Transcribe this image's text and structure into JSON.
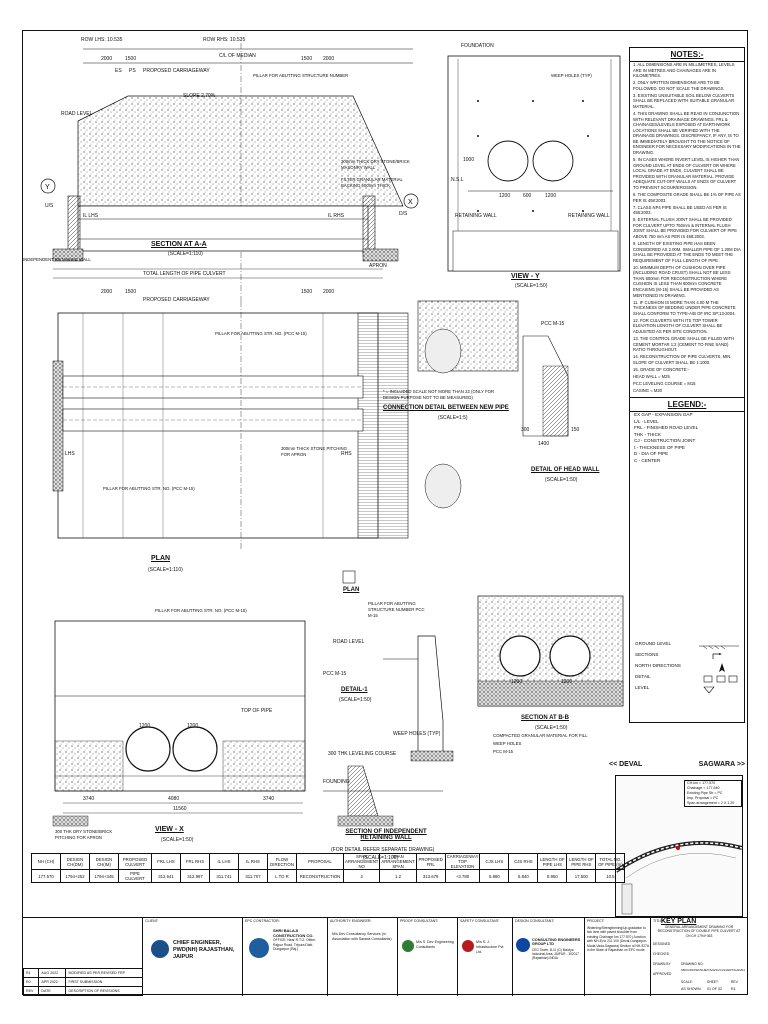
{
  "drawing": {
    "row_left": "ROW LHS: 10.535",
    "row_right": "ROW RHS: 10.535",
    "centre_line": "C/L OF MEDIAN",
    "section_dims": [
      "2000",
      "1500",
      "PROPOSED CARRIAGEWAY",
      "1500",
      "2000"
    ],
    "section_labels": {
      "es": "ES",
      "ps": "PS",
      "pillar_abutting": "PILLAR FOR ABUTTING STRUCTURE NUMBER",
      "slope": "SLOPE 2.70%",
      "road_level": "ROAD LEVEL",
      "dry_stone": "300mm THICK DRY STONE/BRICK MASONRY WALL",
      "filter": "FILTER GRANULAR MATERIAL BACKING 500mm THICK",
      "us": "U/S",
      "ds": "D/S",
      "il_lhs": "IL LHS",
      "il_rhs": "IL RHS",
      "independent_wall": "INDEPENDENT RETAINING WALL",
      "total_length": "TOTAL LENGTH OF PIPE CULVERT",
      "apron": "APRON"
    },
    "section_aa": "SECTION AT A-A",
    "section_aa_scale": "(SCALE=1:110)",
    "view_y": "VIEW - Y",
    "view_y_scale": "(SCALE=1:50)",
    "view_y_labels": {
      "weep_holes": "WEEP HOLES (TYP)",
      "retaining_wall": "RETAINING WALL",
      "nsl": "N.S.L",
      "foundation": "FOUNDATION",
      "dia1": "1200",
      "dia2": "1200",
      "gap": "600",
      "height": "1000"
    },
    "plan": "PLAN",
    "plan_scale": "(SCALE=1:110)",
    "plan_labels": {
      "pillar1": "PILLAR FOR ABUTTING STR. NO. (PCC M-15)",
      "pillar2": "PILLAR FOR ABUTTING STR. NO. (PCC M-15)",
      "lhs": "LHS",
      "rhs": "RHS",
      "bed": "300mm THICK STONE PITCHING FOR APRON"
    },
    "connection": "CONNECTION DETAIL BETWEEN NEW PIPE",
    "connection_scale": "(SCALE=1:5)",
    "connection_note": "* = INCLUDED SCALE NOT MORE THAN 22 (ONLY FOR DESIGN PURPOSE NOT TO BE MEASURED)",
    "head_wall": "DETAIL OF HEAD WALL",
    "head_wall_scale": "(SCALE=1:50)",
    "head_wall_labels": {
      "pcc": "PCC M-15",
      "dim1": "1400",
      "dim2": "300",
      "dim3": "150"
    },
    "plan_small": "PLAN",
    "detail1": "DETAIL-1",
    "detail1_scale": "(SCALE=1:50)",
    "detail1_labels": {
      "road_level": "ROAD LEVEL",
      "pcc": "PCC M-15",
      "weep": "WEEP HOLES (TYP)",
      "levelling": "300 THK LEVELING COURSE",
      "founding": "FOUNDING",
      "pillar": "PILLAR FOR ABUTTING STRUCTURE NUMBER PCC M-15"
    },
    "section_bb": "SECTION AT B-B",
    "section_bb_scale": "(SCALE=1:50)",
    "section_bb_labels": {
      "dia1": "1200",
      "dia2": "1200",
      "compact": "COMPACTED GRANULAR MATERIAL FOR FILL",
      "weep": "WEEP HOLES",
      "pcc": "PCC M-15"
    },
    "view_x": "VIEW - X",
    "view_x_scale": "(SCALE=1:50)",
    "view_x_labels": {
      "pillar": "PILLAR FOR ABUTTING STR. NO. (PCC M-15)",
      "top_pipe": "TOP OF PIPE",
      "dia1": "1200",
      "dia2": "1200",
      "dim_l": "3740",
      "dim_c": "4080",
      "dim_r": "3740",
      "total": "11560",
      "pitching": "300 THK DRY STONE/BRICK PITCHING FOR APRON"
    },
    "sec_indep": "SECTION OF INDEPENDENT RETAINING WALL",
    "sec_indep_note": "(FOR DETAIL REFER SEPARATE DRAWING)",
    "sec_indep_scale": "(SCALE=1:100)"
  },
  "notes": {
    "title": "NOTES:-",
    "items": [
      "1. ALL DIMENSIONS ARE IN MILLIMETRES, LEVELS ARE IN METRES AND CHAINAGES ARE IN KILOMETRES.",
      "2. ONLY WRITTEN DIMENSIONS ARE TO BE FOLLOWED. DO NOT SCALE THE DRAWINGS.",
      "3. EXISTING UNSUITABLE SOIL BELOW CULVERTS SHALL BE REPLACED WITH SUITABLE GRANULAR MATERIAL.",
      "4. THIS DRAWING SHALL BE READ IN CONJUNCTION WITH RELEVANT DRAINAGE DRAWINGS. FRL & CHAINAGES/LEVELS EXPOSED AT EARTHWORK LOCATIONS SHALL BE VERIFIED WITH THE DRAINAGE DRAWINGS. DISCREPANCY, IF ANY, IS TO BE IMMEDIATELY BROUGHT TO THE NOTICE OF ENGINEER FOR NECESSARY MODIFICATIONS IN THE DRAWING.",
      "5. IN CASES WHERE INVERT LEVEL IS HIGHER THAN GROUND LEVEL AT ENDS OF CULVERT OR WHERE LOCAL GRADE AT ENDS, CULVERT SHALL BE PROVIDED WITH GRANULAR MATERIAL. PROVIDE ADEQUATE CUT-OFF WALLS AT ENDS OF CULVERT TO PREVENT SCOUR/EROSION.",
      "6. THE COMPOSITE GRADE SHALL BE 1% OF PIPE AS PER IS 458:2003.",
      "7. CLASS NP4 PIPE SHALL BE USED AS PER IS 458:2003.",
      "8. EXTERNAL FLUSH JOINT SHALL BE PROVIDED FOR CULVERT UPTO 750mm & INTERNAL FLUSH JOINT SHALL BE PROVIDED FOR CULVERT OF PIPE ABOVE 750 mm AS PER IS 458:2003.",
      "9. LENGTH OF EXISTING PIPE HAS BEEN CONSIDERED AS 2.00M. SMALLER PIPE OF 1.20M DIA SHALL BE PROVIDED AT THE ENDS TO MEET THE REQUIREMENT OF FULL LENGTH OF PIPE.",
      "10. MINIMUM DEPTH OF CUSHION OVER PIPE (INCLUDING ROAD CRUST) SHALL NOT BE LESS THAN 600mm FOR RECONSTRUCTION WHERE CUSHION IS LESS THAN 600mm CONCRETE ENCASING (M-15) SHALL BE PROVIDED AS MENTIONED IN DRAWING.",
      "11. IF CUSHION IS MORE THAN 4.00 M THE THICKNESS OF BEDDING UNDER PIPE CONCRETE SHALL CONFORM TO TYPE-A/B OF IRC SP:13-2004.",
      "12. FOR CULVERTS WITH ITS TOP TOWER ELEVATION LENGTH OF CULVERT SHALL BE ADJUSTED AS PER SITE CONDITION.",
      "13. THE CONTROL GRADE SHALL BE FILLED WITH CEMENT MORTAR 1:2 (CEMENT TO FINE SAND) RATIO THROUGHOUT.",
      "14. RECONSTRUCTION OF PIPE CULVERTS, MIN. SLOPE OF CULVERT SHALL BE 1:1000.",
      "15. GRADE OF CONCRETE:-",
      "HEAD WALL = M25",
      "PCC LEVELING COURSE = M15",
      "CASING = M20"
    ]
  },
  "legend": {
    "title": "LEGEND:-",
    "items": [
      "EX GAP  - EXPANSION GAP",
      "L/L     - LEVEL",
      "FRL     - FINISHED ROAD LEVEL",
      "THK     - THICK",
      "CJ      - CONSTRUCTION JOINT",
      "t       - THICKNESS OF PIPE",
      "D       - DIA OF PIPE",
      "C       - CENTER"
    ],
    "symbols": [
      "GROUND LEVEL",
      "SECTIONS",
      "NORTH DIRECTIONS",
      "DETAIL",
      "LEVEL"
    ]
  },
  "keyplan": {
    "title": "KEY PLAN",
    "left": "<< DEVAL",
    "right": "SAGWARA >>",
    "info": [
      "CH.km = 177.570",
      "Chainage = 177.540",
      "Existing Pipe Str = PC",
      "Imp. Proposal = PC",
      "Span arrangement = 2 X 1.20"
    ]
  },
  "table": {
    "headers": [
      "NH (CH)",
      "DESIGN CH(DM)",
      "DESIGN CH(IM)",
      "PROPOSED CULVERT",
      "FRL LHS",
      "FRL RHS",
      "IL LHS",
      "IL RHS",
      "FLOW DIRECTION",
      "PROPOSAL",
      "SPAN ARRANGEMENT NO",
      "SPAN ARRANGEMENT SPAN",
      "PROPOSED FRL",
      "CARRIAGEWAY TOP ELEVATION",
      "CJS LHS",
      "CJS RHS",
      "LENGTH OF PIPE LHS",
      "LENGTH OF PIPE RHS",
      "TOTAL NO. OF PIPE (m)"
    ],
    "row": [
      "177.570",
      "1794+252",
      "1794+345",
      "PIPE CULVERT",
      "312.641",
      "312.987",
      "311.741",
      "311.707",
      "L TO R",
      "RECONSTRUCTION",
      "2",
      "1.2",
      "313.679",
      "+3.780",
      "5.880",
      "5.840",
      "8.950",
      "17.500",
      "10.5"
    ]
  },
  "titleblock": {
    "revisions": [
      {
        "rev": "R1",
        "date": "AUG 2022",
        "desc": "MODIFIED AS PER REVISED FRP"
      },
      {
        "rev": "R0",
        "date": "APR 2022",
        "desc": "FIRST SUBMISSION"
      }
    ],
    "rev_headers": [
      "REV",
      "DATE",
      "DESCRIPTION OF REVISIONS"
    ],
    "client_label": "CLIENT:",
    "client": "CHIEF ENGINEER, PWD(NH) RAJASTHAN, JAIPUR",
    "epc_label": "EPC CONTRACTOR:",
    "epc": "SHRI BALAJI CONSTRUCTION CO.",
    "epc_office": "OFFICE: Near R.T.O. Office, Rajpur Road, Tripura Distt. Dungarpur (Raj.)",
    "authority_label": "AUTHORITY ENGINEER:",
    "authority": "M/s Dev Consultancy Services (in Association with Sarada Consultants)",
    "proof_label": "PROOF CONSULTANT:",
    "proof": "M/s S. Dev Engineering Consultants",
    "safety_label": "SAFETY CONSULTANT:",
    "safety": "M/s S. J. Infrastructure Pvt. Ltd.",
    "design_label": "DESIGN CONSULTANT:",
    "design": "CONSULTING ENGINEERS GROUP LTD",
    "design_addr": "CEG Tower, B-11 (G) Malviya Industrial Area, JAIPUR - 302017 (Rajasthan) INDIA",
    "project_label": "PROJECT:",
    "project": "Widening/Strengthening/Up-gradation to two lane with paved shoulder from existing Chainage km 177.570 (Junction with NH-8) to 211.100 (Deval-Dungarpur-Moda-Vada-Sagwara) Section of NH-927A in the State of Rajasthan on EPC mode",
    "title_label": "TITLE:",
    "title": "GENERAL ARRANGEMENT DRAWING FOR RECONSTRUCTION OF DOUBLE PIPE CULVERT AT CH.CH 1794+363",
    "designed": "DESIGNED",
    "checked": "CHECKED",
    "drawn": "DRAWN BY",
    "approved": "APPROVED",
    "drawing_no_label": "DRAWING NO.",
    "drawing_no": "SBCC/DD/SK/NH927A/2211/CULVERT/GAD/01",
    "scale_label": "SCALE:",
    "scale": "AS SHOWN",
    "sheet_label": "SHEET:",
    "sheet": "01 OF 02",
    "rev_label": "REV.",
    "rev": "R1"
  }
}
